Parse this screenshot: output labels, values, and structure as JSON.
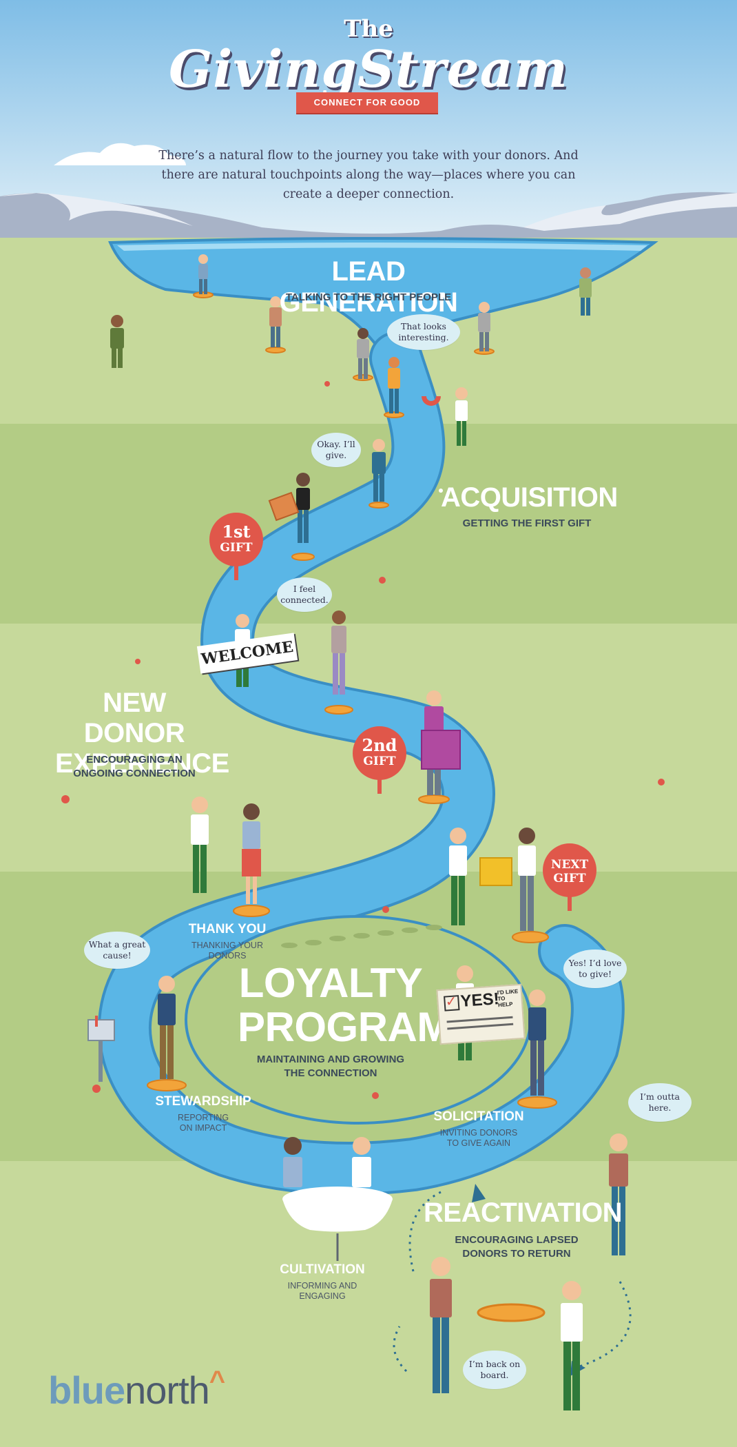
{
  "header": {
    "the": "The",
    "title": "GivingStream",
    "banner": "CONNECT FOR GOOD",
    "intro": "There’s a natural flow to the journey you take with your donors. And there are natural touchpoints along the way—places where you can create a deeper connection."
  },
  "stages": {
    "lead_generation": {
      "title": "LEAD GENERATION",
      "subtitle": "TALKING TO THE RIGHT PEOPLE"
    },
    "acquisition": {
      "title": "ACQUISITION",
      "subtitle": "GETTING THE FIRST GIFT"
    },
    "new_donor": {
      "title_line1": "NEW DONOR",
      "title_line2": "EXPERIENCE",
      "subtitle_line1": "ENCOURAGING AN",
      "subtitle_line2": "ONGOING CONNECTION"
    },
    "thank_you": {
      "title": "THANK YOU",
      "subtitle_line1": "THANKING YOUR",
      "subtitle_line2": "DONORS"
    },
    "loyalty": {
      "title_line1": "LOYALTY",
      "title_line2": "PROGRAM",
      "subtitle_line1": "MAINTAINING AND GROWING",
      "subtitle_line2": "THE CONNECTION"
    },
    "stewardship": {
      "title": "STEWARDSHIP",
      "subtitle_line1": "REPORTING",
      "subtitle_line2": "ON IMPACT"
    },
    "solicitation": {
      "title": "SOLICITATION",
      "subtitle_line1": "INVITING DONORS",
      "subtitle_line2": "TO GIVE AGAIN"
    },
    "cultivation": {
      "title": "CULTIVATION",
      "subtitle_line1": "INFORMING AND",
      "subtitle_line2": "ENGAGING"
    },
    "reactivation": {
      "title": "REACTIVATION",
      "subtitle_line1": "ENCOURAGING LAPSED",
      "subtitle_line2": "DONORS TO RETURN"
    }
  },
  "bubbles": {
    "interesting": "That looks interesting.",
    "okay": "Okay. I’ll give.",
    "connected": "I feel connected.",
    "great_cause": "What a great cause!",
    "love_to_give": "Yes! I’d love to give!",
    "outta_here": "I’m outta here.",
    "back_on_board": "I’m back on board."
  },
  "badges": {
    "first": {
      "top": "1st",
      "bottom": "GIFT"
    },
    "second": {
      "top": "2nd",
      "bottom": "GIFT"
    },
    "next": {
      "top": "NEXT",
      "bottom": "GIFT"
    }
  },
  "signs": {
    "welcome": "WELCOME",
    "yes": "YES!",
    "like_to_help": "I'D LIKE TO HELP"
  },
  "logo": {
    "part1": "blue",
    "part2": "north",
    "mark": "^"
  },
  "colors": {
    "sky": "#8ec4e6",
    "grass_light": "#c6d99b",
    "grass_dark": "#b3cc85",
    "river": "#5ab6e6",
    "river_edge": "#3a8fc4",
    "badge": "#e0574a",
    "banner": "#e0574a",
    "ink": "#3b4a5a"
  }
}
